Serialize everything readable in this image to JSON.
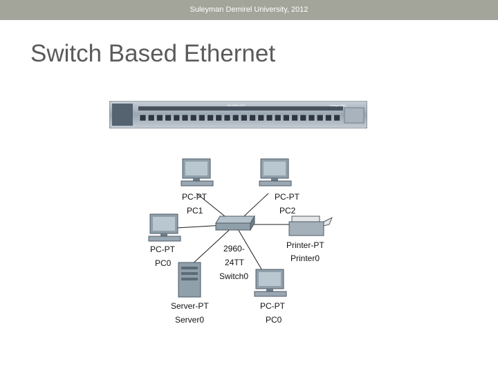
{
  "header": {
    "text": "Suleyman Demirel University, 2012"
  },
  "title": "Switch Based Ethernet",
  "switch_panel": {
    "model_text": "WS-2960-24TT",
    "brand_text": "Catalyst 2960"
  },
  "nodes": {
    "pc1": {
      "type": "PC-PT",
      "name": "PC1"
    },
    "pc2": {
      "type": "PC-PT",
      "name": "PC2"
    },
    "pc0_left": {
      "type": "PC-PT",
      "name": "PC0"
    },
    "switch": {
      "type_line1": "2960-",
      "type_line2": "24TT",
      "name": "Switch0"
    },
    "printer": {
      "type": "Printer-PT",
      "name": "Printer0"
    },
    "server": {
      "type": "Server-PT",
      "name": "Server0"
    },
    "pc0_bottom": {
      "type": "PC-PT",
      "name": "PC0"
    }
  },
  "colors": {
    "topbar": "#a3a49a",
    "title": "#5a5a5a",
    "link": "#1a1a1a",
    "device": "#8fa0ab"
  }
}
